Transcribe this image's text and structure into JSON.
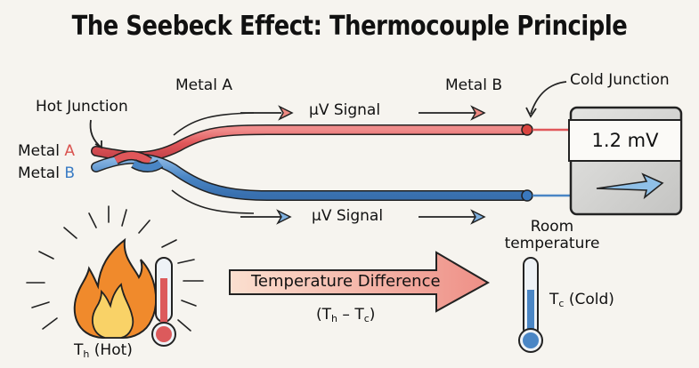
{
  "title": "The Seebeck Effect: Thermocouple Principle",
  "labels": {
    "hot_junction": "Hot Junction",
    "metal_a_prefix": "Metal ",
    "metal_a_letter": "A",
    "metal_b_prefix": "Metal ",
    "metal_b_letter": "B",
    "metal_a_top": "Metal A",
    "metal_b_top": "Metal B",
    "signal_top": "µV Signal",
    "signal_bottom": "µV Signal",
    "cold_junction": "Cold Junction",
    "room_temp_line1": "Room",
    "room_temp_line2": "temperature",
    "hot_T": "T",
    "hot_sub": "h",
    "hot_suffix": " (Hot)",
    "cold_T": "T",
    "cold_sub": "c",
    "cold_suffix": " (Cold)",
    "temp_diff": "Temperature Difference",
    "diff_open": "(T",
    "diff_sub_h": "h",
    "diff_mid": " – T",
    "diff_sub_c": "c",
    "diff_close": ")"
  },
  "meter": {
    "reading": "1.2 mV"
  },
  "colors": {
    "metal_a": "#e0575a",
    "metal_b": "#4a86c5",
    "background": "#f6f4ef",
    "meter_body": "#d8d8d6",
    "arrow_fill": "#f2a99a",
    "flame_outer": "#f08a2c",
    "flame_inner": "#f9d267"
  }
}
